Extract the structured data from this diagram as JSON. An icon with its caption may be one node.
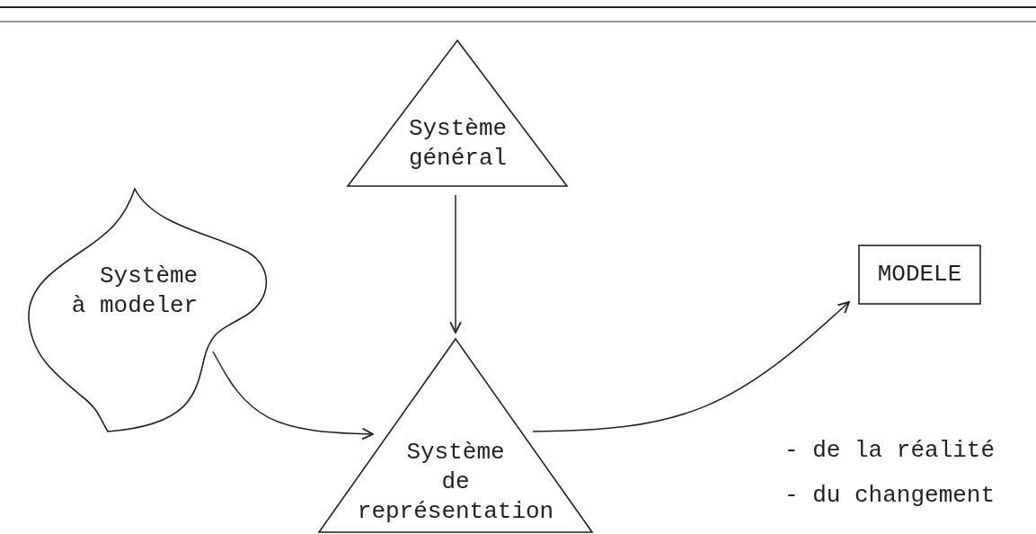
{
  "diagram": {
    "nodes": [
      {
        "text": [
          "Système général"
        ]
      },
      {
        "text": [
          "Système à modeler"
        ]
      },
      {
        "text": [
          "Système de représentation"
        ]
      },
      {
        "text": [
          "MODELE"
        ]
      }
    ],
    "edges": [
      {
        "from": 0,
        "to": 2,
        "arrow": "to"
      },
      {
        "from": 1,
        "to": 2,
        "arrow": "to"
      },
      {
        "from": 2,
        "to": 3,
        "arrow": "to"
      }
    ],
    "labels": [
      "- de la réalité",
      "- du changement"
    ]
  }
}
